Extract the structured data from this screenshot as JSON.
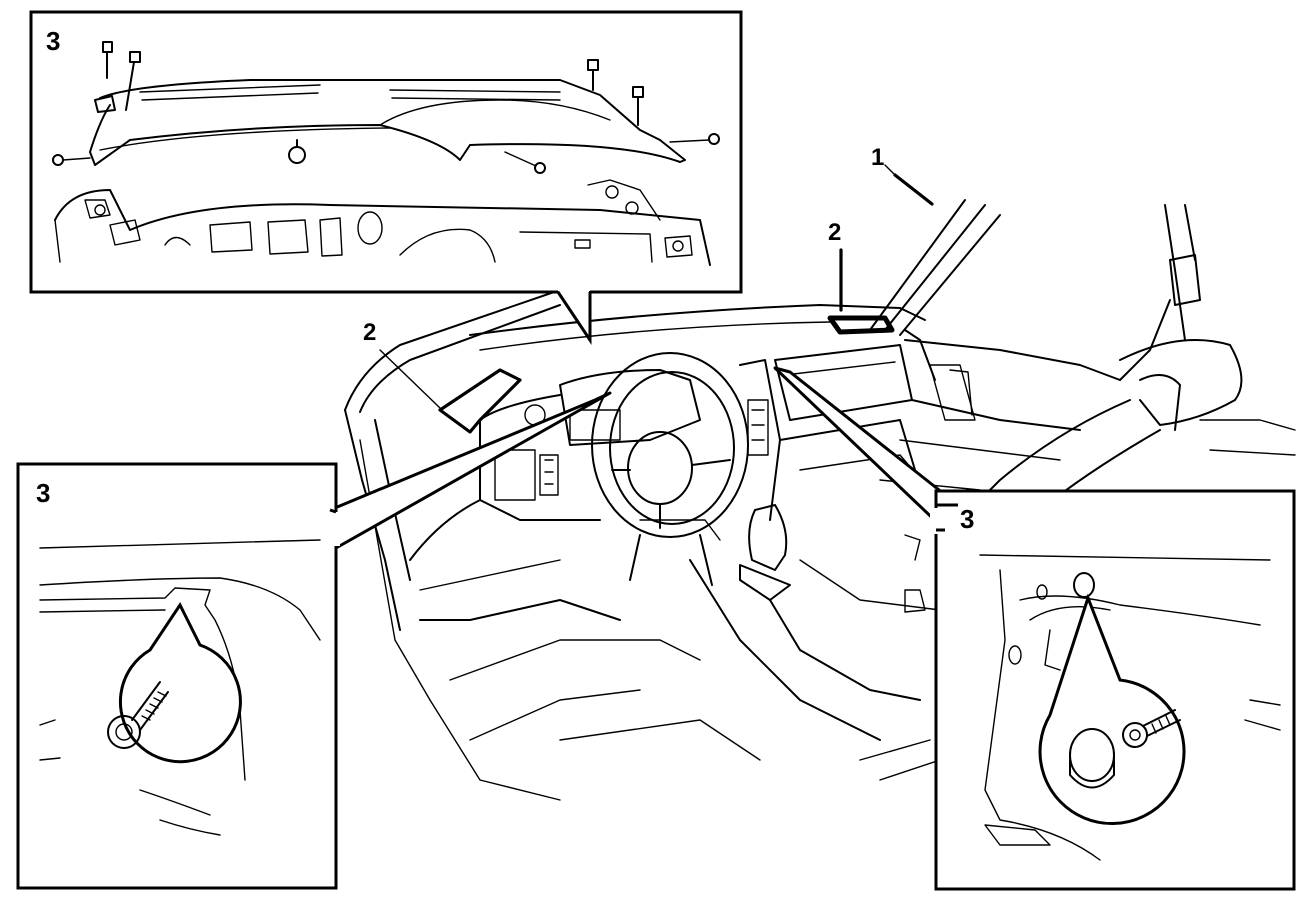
{
  "figure": {
    "callouts": {
      "windshield_pillar": "1",
      "defroster_grille_center": "2",
      "defroster_grille_left": "2"
    },
    "insets": {
      "top_left_panel": "3",
      "lower_left_detail": "3",
      "lower_right_detail": "3"
    }
  }
}
